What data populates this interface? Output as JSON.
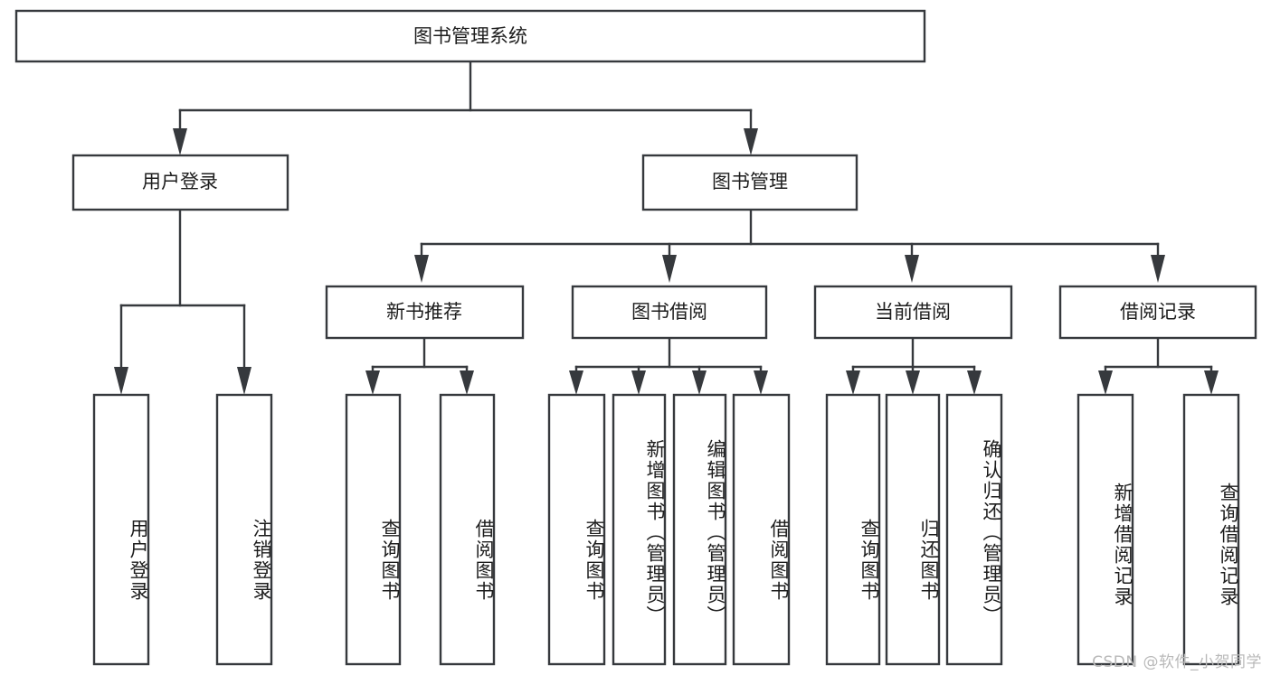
{
  "diagram": {
    "title": "图书管理系统",
    "type": "tree-hierarchy",
    "watermark": "CSDN @软件_小贺同学",
    "colors": {
      "box_stroke": "#36393d",
      "box_fill": "#ffffff",
      "text": "#1d1d1d",
      "watermark": "#b9b9b9",
      "background": "#ffffff"
    },
    "root": {
      "label": "图书管理系统"
    },
    "level2": [
      {
        "id": "user-login",
        "label": "用户登录"
      },
      {
        "id": "book-manage",
        "label": "图书管理"
      }
    ],
    "level3": [
      {
        "id": "new-book-recommend",
        "label": "新书推荐"
      },
      {
        "id": "book-borrow",
        "label": "图书借阅"
      },
      {
        "id": "current-borrow",
        "label": "当前借阅"
      },
      {
        "id": "borrow-record",
        "label": "借阅记录"
      }
    ],
    "leaves": {
      "user_login": [
        {
          "id": "leaf-user-login",
          "label": "用户登录"
        },
        {
          "id": "leaf-logout-login",
          "label": "注销登录"
        }
      ],
      "new_book_recommend": [
        {
          "id": "leaf-query-book-1",
          "label": "查询图书"
        },
        {
          "id": "leaf-borrow-book-1",
          "label": "借阅图书"
        }
      ],
      "book_borrow": [
        {
          "id": "leaf-query-book-2",
          "label": "查询图书"
        },
        {
          "id": "leaf-add-book",
          "label": "新增图书（管理员）"
        },
        {
          "id": "leaf-edit-book",
          "label": "编辑图书（管理员）"
        },
        {
          "id": "leaf-borrow-book-2",
          "label": "借阅图书"
        }
      ],
      "current_borrow": [
        {
          "id": "leaf-query-book-3",
          "label": "查询图书"
        },
        {
          "id": "leaf-return-book",
          "label": "归还图书"
        },
        {
          "id": "leaf-confirm-return",
          "label": "确认归还（管理员）"
        }
      ],
      "borrow_record": [
        {
          "id": "leaf-add-record",
          "label": "新增借阅记录"
        },
        {
          "id": "leaf-query-record",
          "label": "查询借阅记录"
        }
      ]
    }
  }
}
